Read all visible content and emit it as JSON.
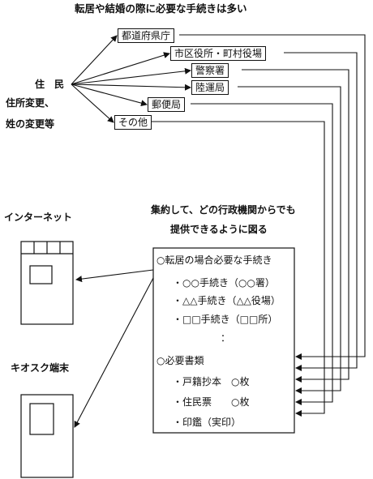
{
  "title": "転居や結婚の際に必要な手続きは多い",
  "resident": {
    "label": "住　民",
    "sub1": "住所変更、",
    "sub2": "姓の変更等"
  },
  "agencies": [
    "都道府県庁",
    "市区役所・町村役場",
    "警察署",
    "陸運局",
    "郵便局",
    "その他"
  ],
  "caption": {
    "line1": "集約して、どの行政機関からでも",
    "line2": "提供できるように図る"
  },
  "channels": {
    "internet": "インターネット",
    "kiosk": "キオスク端末"
  },
  "panel": {
    "section1": "○転居の場合必要な手続き",
    "items1": [
      "・○○手続き（○○署）",
      "・△△手続き（△△役場）",
      "・□□手続き（□□所）"
    ],
    "ellipsis": "：",
    "section2": "○必要書類",
    "items2": [
      "・戸籍抄本　○枚",
      "・住民票　　○枚",
      "・印鑑（実印）"
    ]
  }
}
